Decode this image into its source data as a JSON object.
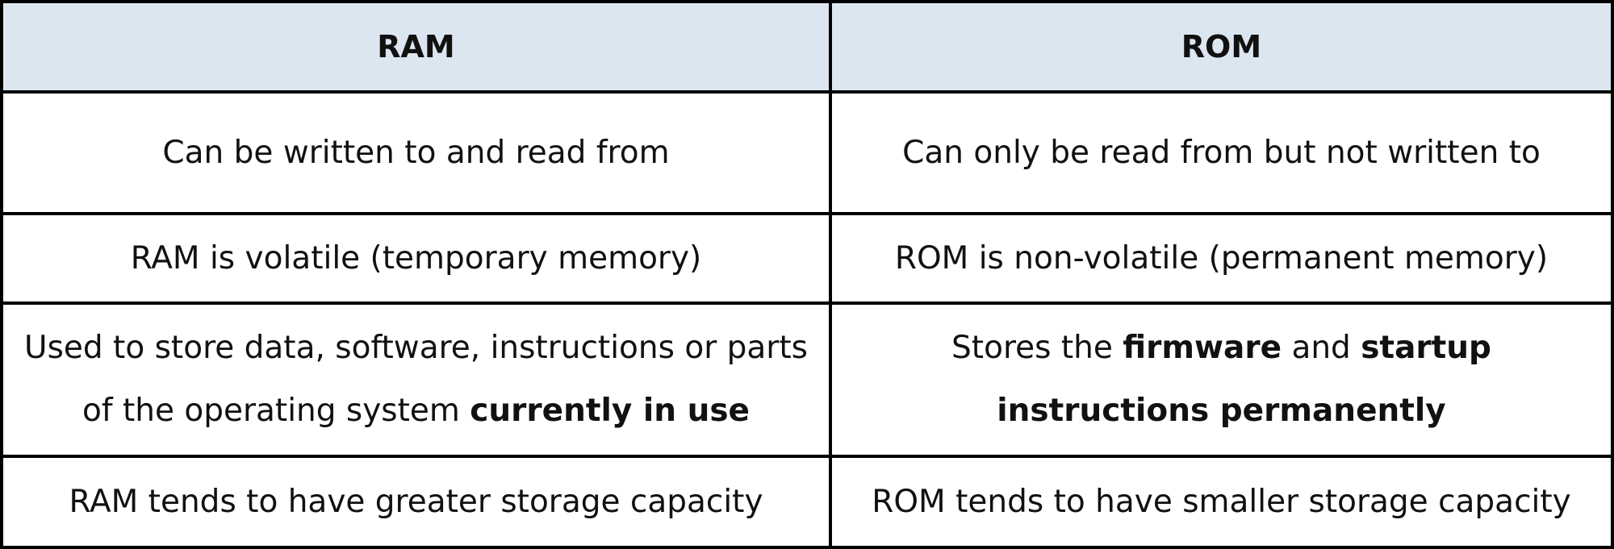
{
  "header": {
    "col1": "RAM",
    "col2": "ROM"
  },
  "rows": [
    {
      "ram": "Can be written to and read from",
      "rom": "Can only be read from but not written to"
    },
    {
      "ram": "RAM is volatile (temporary memory)",
      "rom": "ROM is non-volatile (permanent memory)"
    },
    {
      "ram_plain": "Used to store data, software, instructions or parts of the operating system ",
      "ram_bold": "currently in use",
      "rom_pre": "Stores the ",
      "rom_bold1": "firmware",
      "rom_mid": " and ",
      "rom_bold2": "startup instructions permanently"
    },
    {
      "ram": "RAM tends to have greater storage capacity",
      "rom": "ROM tends to have smaller storage capacity"
    }
  ]
}
